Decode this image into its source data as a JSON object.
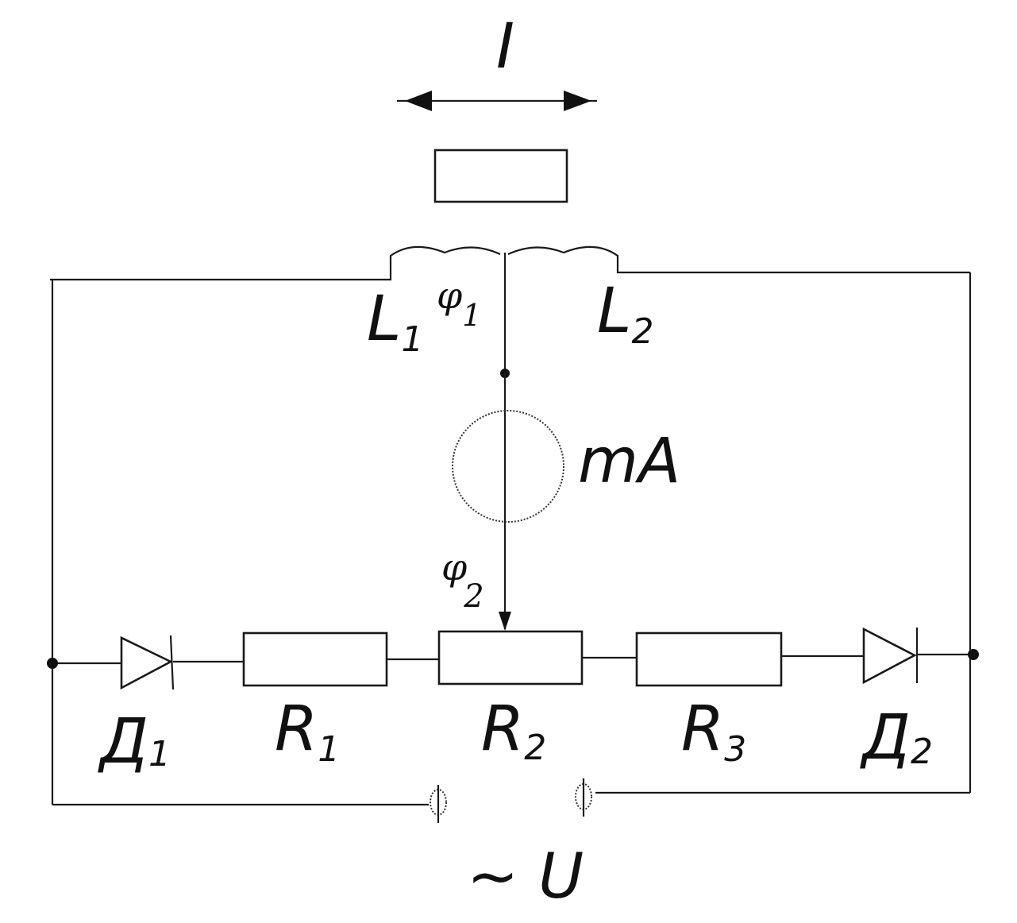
{
  "diagram": {
    "labels": {
      "current": "I",
      "coil_left": "L",
      "coil_left_sub": "1",
      "coil_right": "L",
      "coil_right_sub": "2",
      "phi1": "φ",
      "phi1_sub": "1",
      "phi2": "φ",
      "phi2_sub": "2",
      "meter": "mA",
      "diode1": "Д",
      "diode1_sub": "1",
      "r1": "R",
      "r1_sub": "1",
      "r2": "R",
      "r2_sub": "2",
      "r3": "R",
      "r3_sub": "3",
      "diode2": "Д",
      "diode2_sub": "2",
      "supply": "~ U"
    },
    "colors": {
      "ink": "#1a1a1a",
      "background": "#ffffff"
    }
  }
}
